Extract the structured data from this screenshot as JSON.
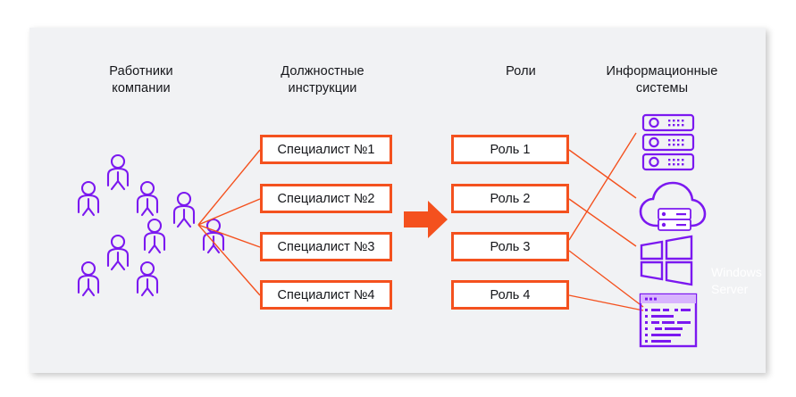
{
  "diagram": {
    "columns": [
      {
        "id": "workers",
        "title": "Работники\nкомпании"
      },
      {
        "id": "jobs",
        "title": "Должностные\nинструкции"
      },
      {
        "id": "roles",
        "title": "Роли"
      },
      {
        "id": "systems",
        "title": "Информационные\nсистемы"
      }
    ],
    "job_boxes": [
      {
        "label": "Специалист №1"
      },
      {
        "label": "Специалист №2"
      },
      {
        "label": "Специалист №3"
      },
      {
        "label": "Специалист №4"
      }
    ],
    "role_boxes": [
      {
        "label": "Роль 1"
      },
      {
        "label": "Роль 2"
      },
      {
        "label": "Роль 3"
      },
      {
        "label": "Роль 4"
      }
    ],
    "systems": [
      {
        "id": "servers",
        "icon": "server-stack-icon",
        "label": ""
      },
      {
        "id": "cloud",
        "icon": "cloud-server-icon",
        "label": ""
      },
      {
        "id": "windows",
        "icon": "windows-logo-icon",
        "label": "Windows\nServer"
      },
      {
        "id": "code",
        "icon": "code-window-icon",
        "label": ""
      }
    ],
    "employee_groups": [
      {
        "id": "group-1",
        "people": 3
      },
      {
        "id": "group-2",
        "people": 3
      },
      {
        "id": "group-3",
        "people": 3
      }
    ],
    "flow_arrow": "arrow-right-icon",
    "colors": {
      "accent_orange": "#f4511e",
      "accent_purple": "#7b18f0",
      "card_background": "#f1f2f4",
      "box_fill": "#ffffff",
      "text": "#15161a",
      "windows_label_text": "#ffffff"
    }
  }
}
